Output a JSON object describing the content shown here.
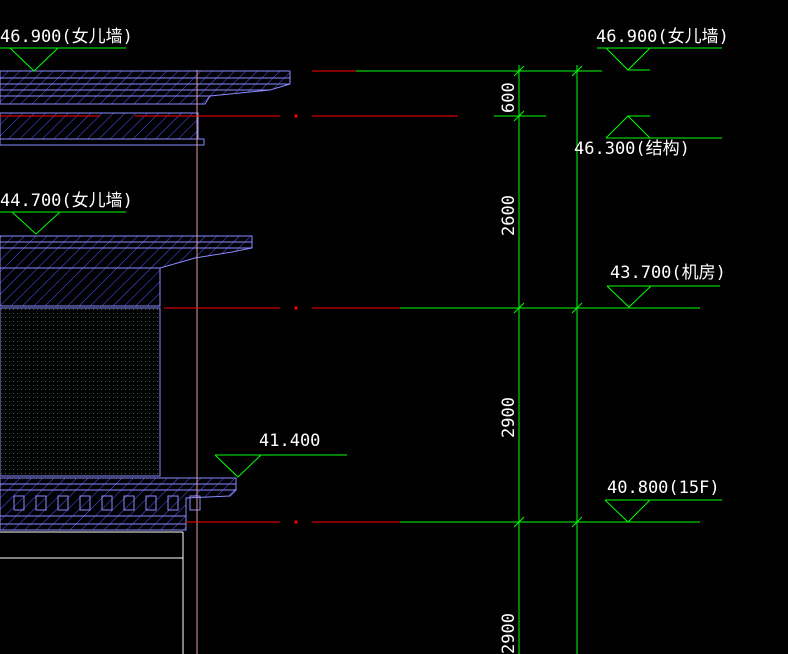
{
  "colors": {
    "background": "#000000",
    "dimension_green": "#00ff00",
    "section_red": "#ff0000",
    "hatch_blue": "#5555ff",
    "hatch_light": "#8a8aff",
    "outline_white": "#ffffff",
    "text_white": "#ffffff"
  },
  "elevations": {
    "left_parapet_top": "46.900(女儿墙)",
    "left_parapet_44": "44.700(女儿墙)",
    "left_canopy": "41.400",
    "right_parapet_top": "46.900(女儿墙)",
    "right_structure": "46.300(结构)",
    "right_machine_room": "43.700(机房)",
    "right_15f": "40.800(15F)"
  },
  "dimensions": {
    "d600": "600",
    "d2600": "2600",
    "d2900_upper": "2900",
    "d2900_lower": "2900"
  }
}
